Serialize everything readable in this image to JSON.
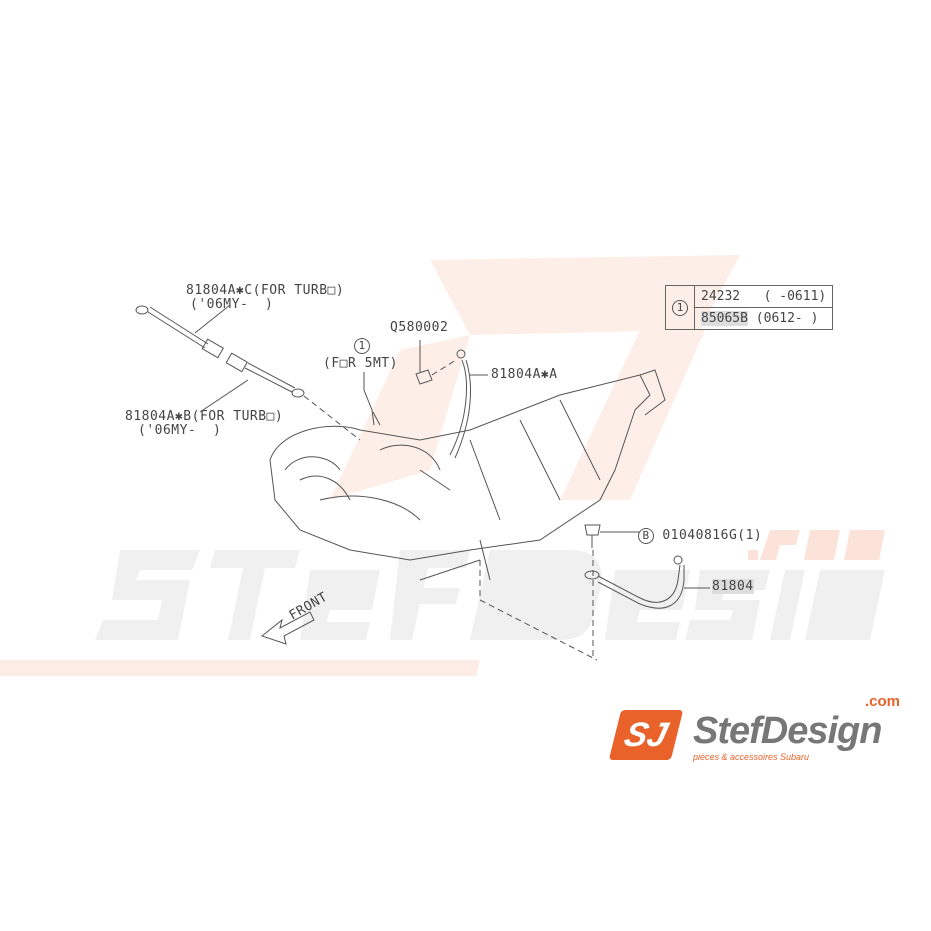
{
  "watermark": {
    "brand": "StefDesign",
    "domain": ".com",
    "tagline": "pièces & accessoires Subaru"
  },
  "labels": {
    "part_c": "81804A✱C(FOR TURB□)",
    "part_c_year": "('06MY-  )",
    "part_b": "81804A✱B(FOR TURB□)",
    "part_b_year": "('06MY-  )",
    "ref1_marker": "1",
    "for_5mt": "(F□R 5MT)",
    "bolt": "Q580002",
    "part_a": "81804A✱A",
    "ref_b_marker": "B",
    "bolt_b": "01040816G(1)",
    "ground_cable": "81804",
    "front": "FRONT"
  },
  "ref_table": {
    "marker": "1",
    "rows": [
      {
        "part": "24232",
        "range": "( -0611)"
      },
      {
        "part": "85065B",
        "range": "(0612- )"
      }
    ]
  },
  "logo": {
    "mark": "SJ",
    "brand": "StefDesign",
    "domain": ".com",
    "tagline": "pièces & accessoires Subaru"
  }
}
